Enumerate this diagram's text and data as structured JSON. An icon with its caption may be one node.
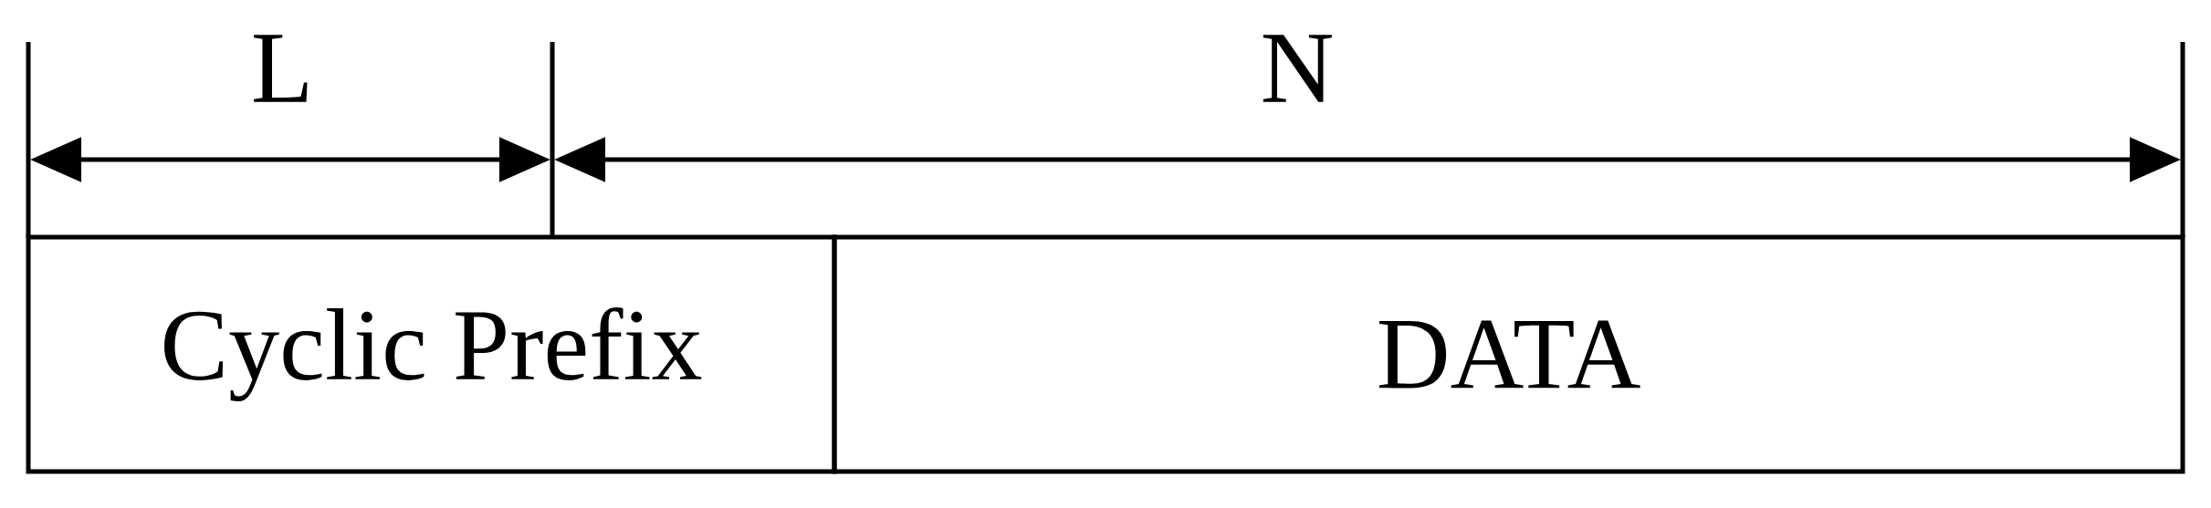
{
  "diagram": {
    "nodes": [
      {
        "text": [
          "Cyclic Prefix"
        ]
      },
      {
        "text": [
          "DATA"
        ]
      }
    ],
    "edges": [],
    "labels": [
      "L",
      "N"
    ]
  }
}
